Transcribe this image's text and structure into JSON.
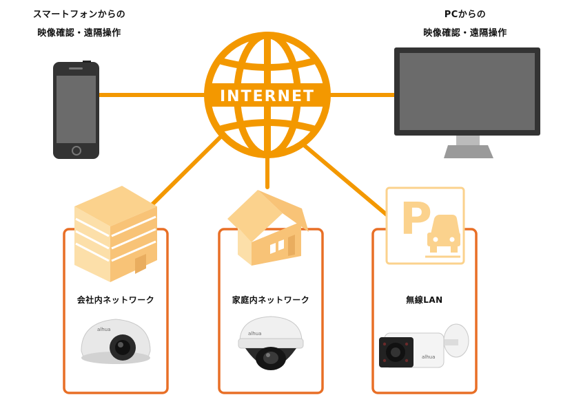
{
  "diagram": {
    "internet_label": "INTERNET",
    "smartphone_caption": [
      "スマートフォンからの",
      "映像確認・遠隔操作"
    ],
    "pc_caption": [
      "PCからの",
      "映像確認・遠隔操作"
    ],
    "networks": [
      {
        "label": "会社内ネットワーク",
        "icon": "office-building-icon",
        "camera": "mini-dome-camera"
      },
      {
        "label": "家庭内ネットワーク",
        "icon": "house-icon",
        "camera": "dome-camera"
      },
      {
        "label": "無線LAN",
        "icon": "parking-icon",
        "camera": "bullet-camera"
      }
    ],
    "camera_brand_mark": "alhua",
    "colors": {
      "line": "#f39800",
      "box_border": "#e86f26",
      "icon_light": "#fbd28d",
      "device_dark": "#333333"
    }
  }
}
